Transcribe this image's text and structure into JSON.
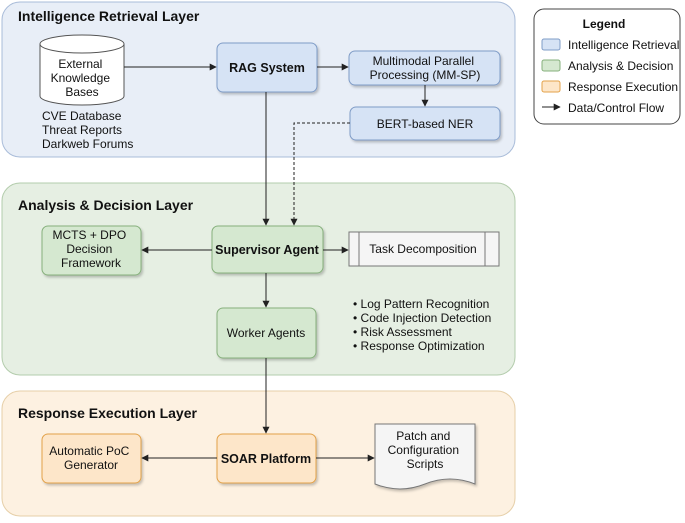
{
  "layers": {
    "intel": "Intelligence Retrieval Layer",
    "analysis": "Analysis & Decision Layer",
    "response": "Response Execution Layer"
  },
  "nodes": {
    "external_kb": [
      "External",
      "Knowledge",
      "Bases"
    ],
    "kb_sources": [
      "CVE Database",
      "Threat Reports",
      "Darkweb Forums"
    ],
    "rag": "RAG System",
    "mmsp": [
      "Multimodal Parallel",
      "Processing (MM-SP)"
    ],
    "ner": "BERT-based NER",
    "supervisor": "Supervisor Agent",
    "mcts": [
      "MCTS + DPO",
      "Decision",
      "Framework"
    ],
    "task_decomp": "Task Decomposition",
    "workers": "Worker Agents",
    "worker_tasks": [
      "• Log Pattern Recognition",
      "• Code Injection Detection",
      "• Risk Assessment",
      "• Response Optimization"
    ],
    "soar": "SOAR Platform",
    "poc": [
      "Automatic PoC",
      "Generator"
    ],
    "patch": [
      "Patch and",
      "Configuration",
      "Scripts"
    ]
  },
  "legend": {
    "title": "Legend",
    "items": [
      "Intelligence Retrieval",
      "Analysis & Decision",
      "Response Execution",
      "Data/Control Flow"
    ]
  },
  "colors": {
    "intel_bg": "#e8eef7",
    "intel_node": "#d6e3f5",
    "analysis_bg": "#e6efe3",
    "analysis_node": "#d5e8d0",
    "response_bg": "#fdf1e1",
    "response_node": "#fde6c9"
  }
}
